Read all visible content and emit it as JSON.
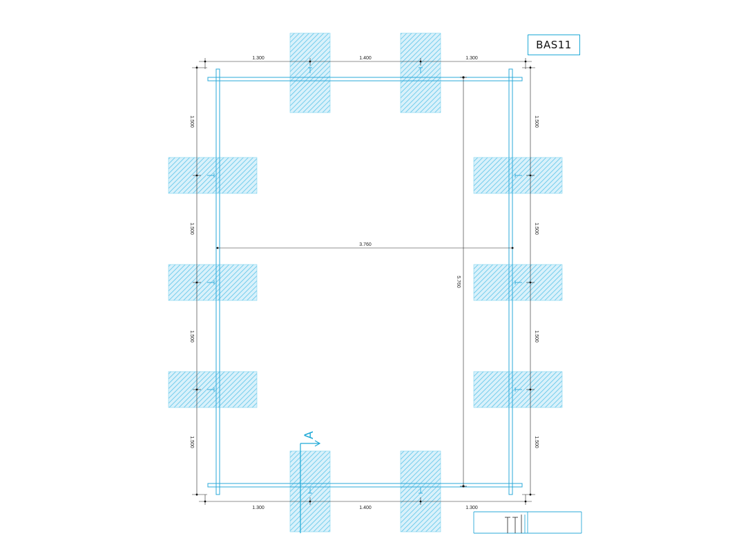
{
  "drawing": {
    "reference_label": "BAS11",
    "section_marker": "A",
    "accent_color": "#1fa9d6",
    "hatch_color": "#7fd3ef",
    "line_color": "#222222"
  },
  "dimensions": {
    "top": [
      "1.300",
      "1.400",
      "1.300"
    ],
    "bottom": [
      "1.300",
      "1.400",
      "1.300"
    ],
    "left": [
      "1.500",
      "1.500",
      "1.500",
      "1.500"
    ],
    "right": [
      "1.500",
      "1.500",
      "1.500",
      "1.500"
    ],
    "inner_width": "3.760",
    "inner_height": "5.760"
  }
}
